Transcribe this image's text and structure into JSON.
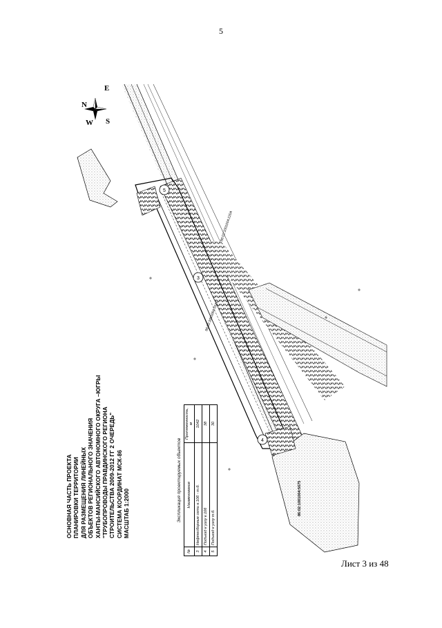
{
  "page": {
    "number": "5",
    "sheet": "Лист 3 из 48"
  },
  "title_block": {
    "lines": [
      "ОСНОВНАЯ ЧАСТЬ ПРОЕКТА",
      "ПЛАНИРОВКИ ТЕРРИТОРИИ",
      "ДЛЯ РАЗМЕЩЕНИЯ ЛИНЕЙНЫХ",
      "ОБЪЕКТОВ РЕГИОНАЛЬНОГО ЗНАЧЕНИЯ",
      "ХАНТЫ-МАНСИЙСКОГО АВТОНОМНОГО ОКРУГА –ЮГРЫ",
      "\"ТРУБОПРОВОДЫ ПРАВДИНСКОГО РЕГИОНА",
      "СТРОИТЕЛЬСТВА 2009-2012 ГГ 2 ОЧЕРЕДЬ\"",
      "СИСТЕМА КООРДИНАТ МСК-86",
      "МАСШТАБ 1:2000"
    ]
  },
  "legend": {
    "caption": "Экспликация проектируемых объектов",
    "headers": [
      "№",
      "Наименование",
      "Протяженность, м"
    ],
    "rows": [
      {
        "num": "3",
        "name": "Нефтесборные сети к.106 - т.б.",
        "length": "1042"
      },
      {
        "num": "4",
        "name": "Подъезд к узлу к.106",
        "length": "38"
      },
      {
        "num": "5",
        "name": "Подъезд к узлу т.б.",
        "length": "30"
      }
    ]
  },
  "compass": {
    "n": "N",
    "e": "E",
    "s": "S",
    "w": "W"
  },
  "map": {
    "markers": [
      "3",
      "4",
      "5"
    ],
    "cadastral_labels": [
      "86:02:1001004:2204",
      "86:02:1001004:5675",
      "86:02:1001004:5516"
    ]
  }
}
